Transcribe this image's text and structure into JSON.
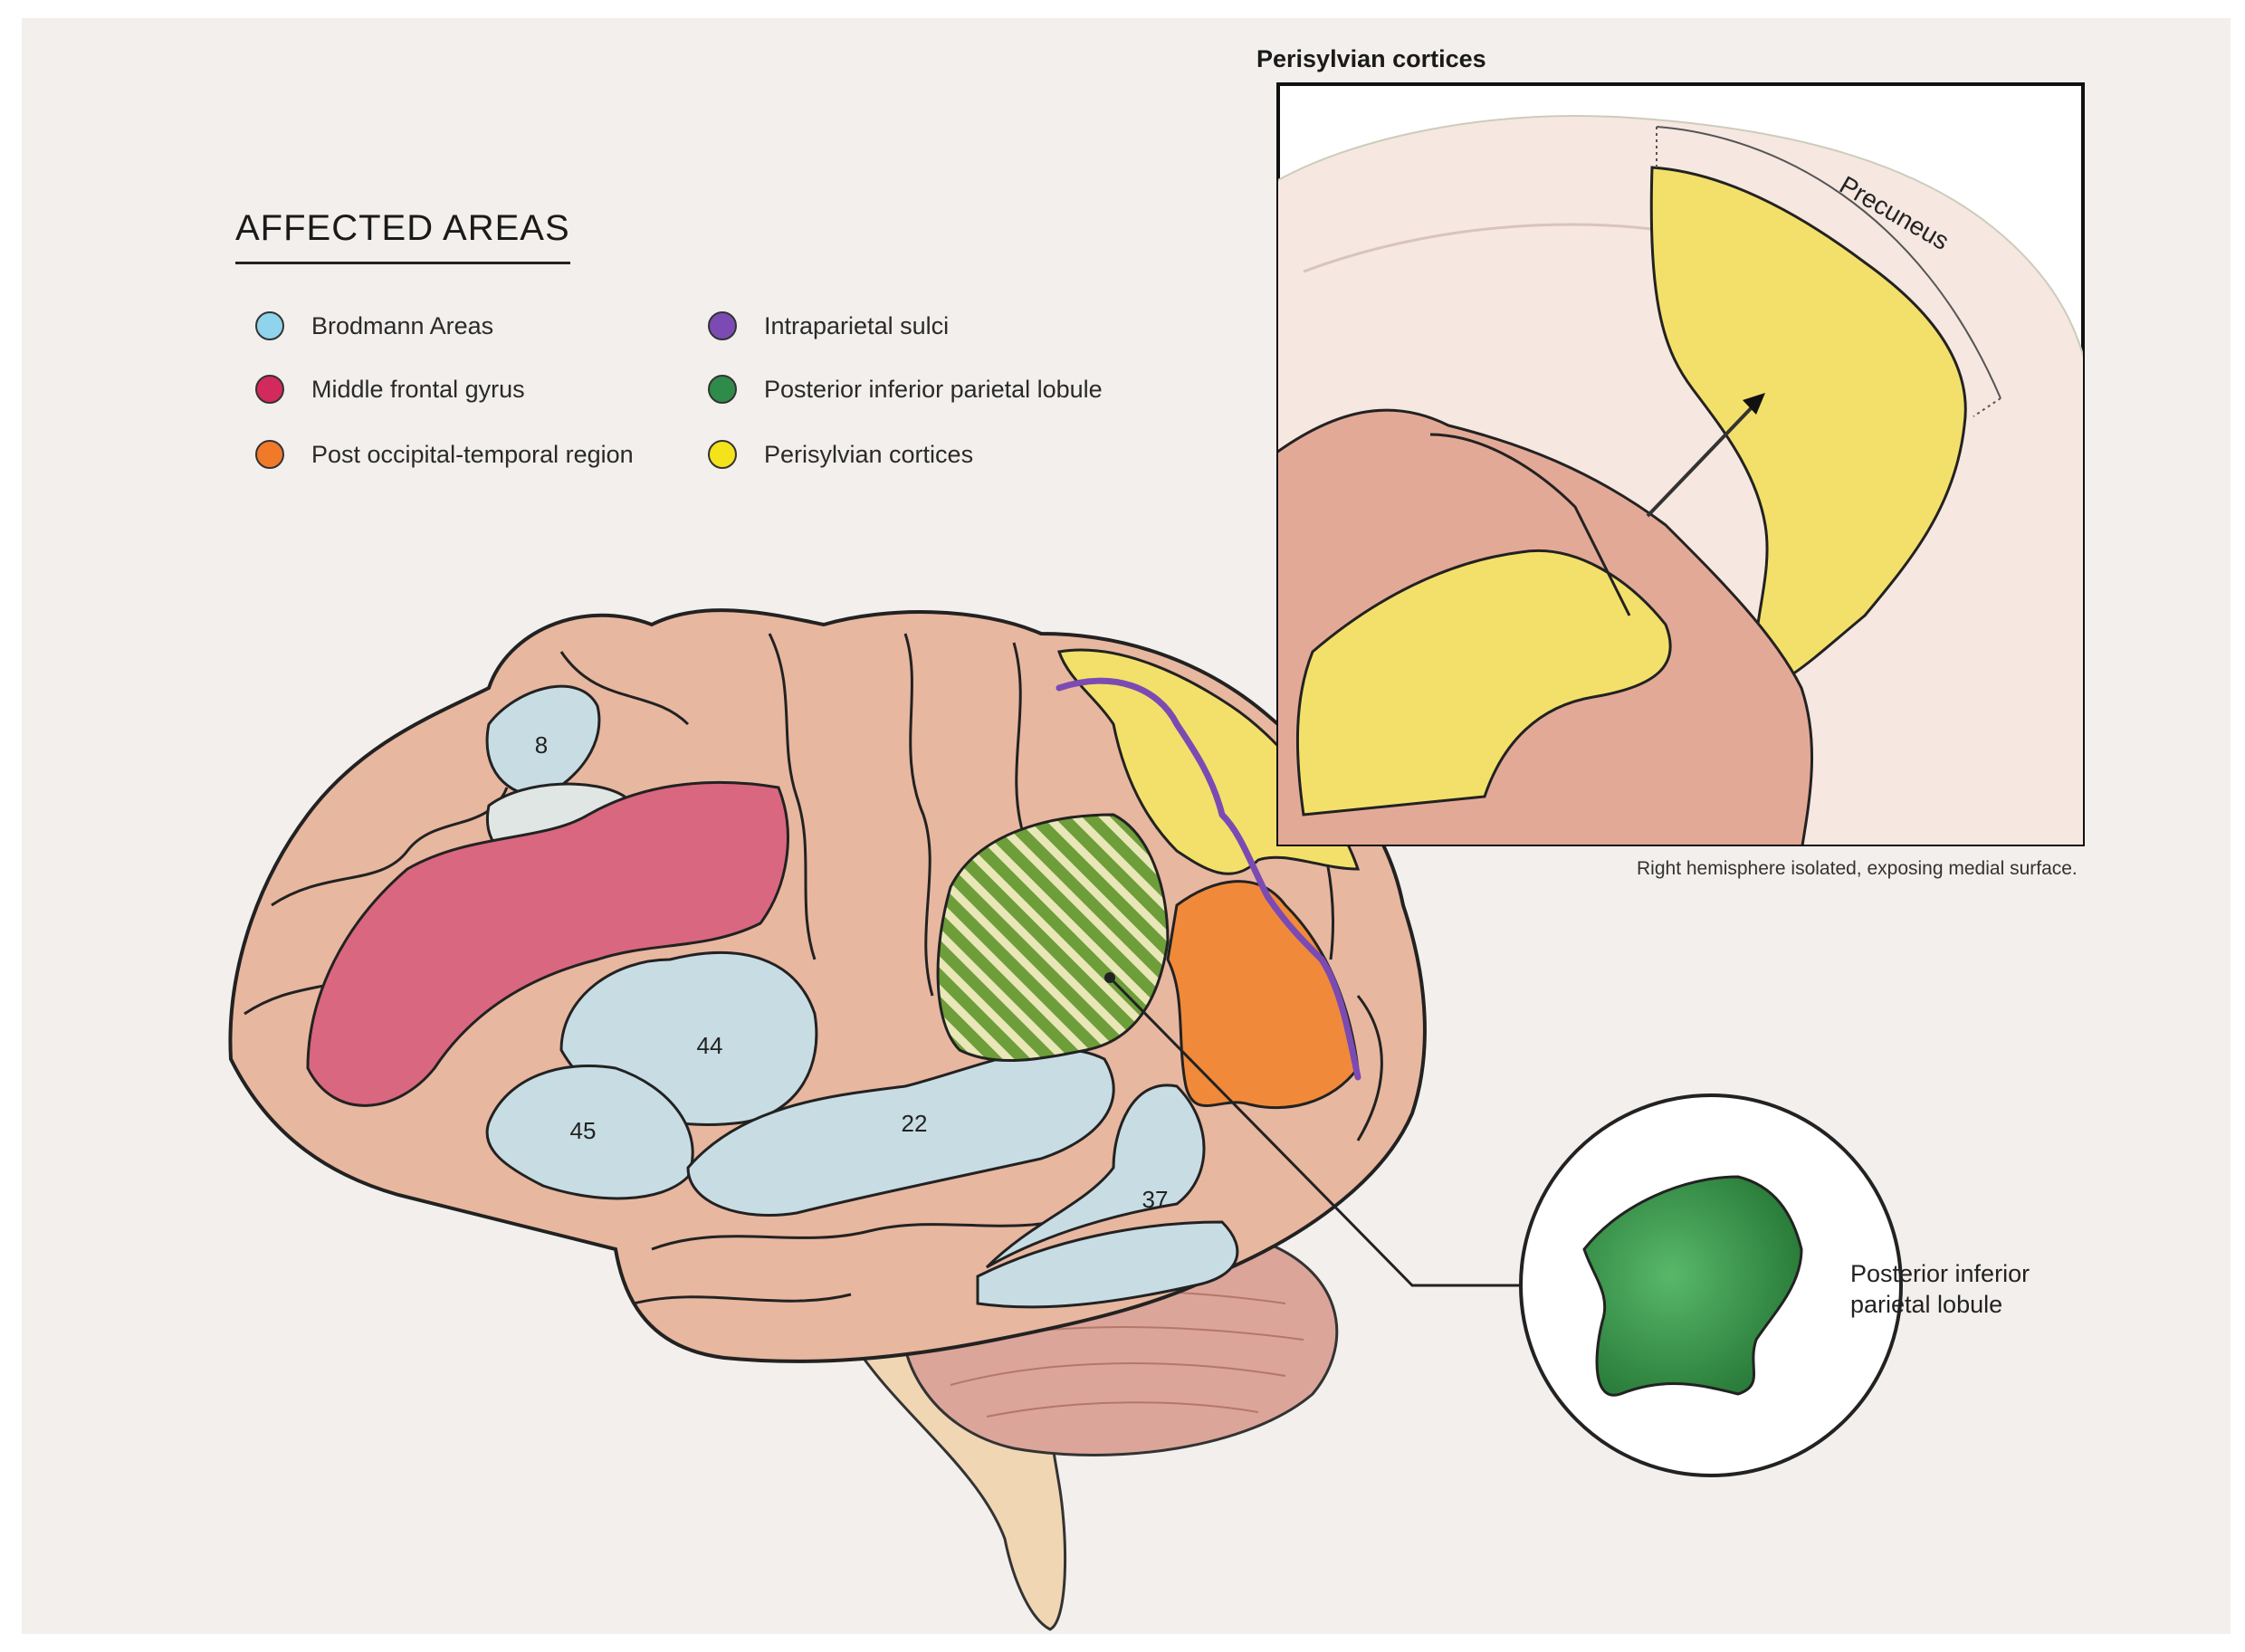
{
  "legend": {
    "title": "AFFECTED AREAS",
    "items": [
      {
        "label": "Brodmann Areas",
        "color": "#8fd3ec"
      },
      {
        "label": "Middle frontal gyrus",
        "color": "#d22a5c"
      },
      {
        "label": "Post occipital-temporal region",
        "color": "#f07a2a"
      },
      {
        "label": "Intraparietal sulci",
        "color": "#7b4bb3"
      },
      {
        "label": "Posterior inferior parietal lobule",
        "color": "#2e8b4a"
      },
      {
        "label": "Perisylvian cortices",
        "color": "#f4e21a"
      }
    ]
  },
  "brain": {
    "area_labels": [
      "8",
      "44",
      "45",
      "22",
      "37"
    ]
  },
  "inset": {
    "title": "Perisylvian cortices",
    "precuneus_label": "Precuneus",
    "caption": "Right hemisphere isolated, exposing medial surface."
  },
  "callout": {
    "label_line1": "Posterior inferior",
    "label_line2": "parietal lobule"
  },
  "colors": {
    "background": "#f2efec",
    "cortex": "#e8b7a0",
    "brodmann": "#c8dde3",
    "middle_frontal": "#d9677f",
    "post_occipital": "#f08a3a",
    "intraparietal": "#7b4bb3",
    "posterior_parietal": "#6d9e3a",
    "perisylvian": "#f3e06a",
    "cerebellum": "#dba59a",
    "brainstem": "#f0d6b3"
  }
}
